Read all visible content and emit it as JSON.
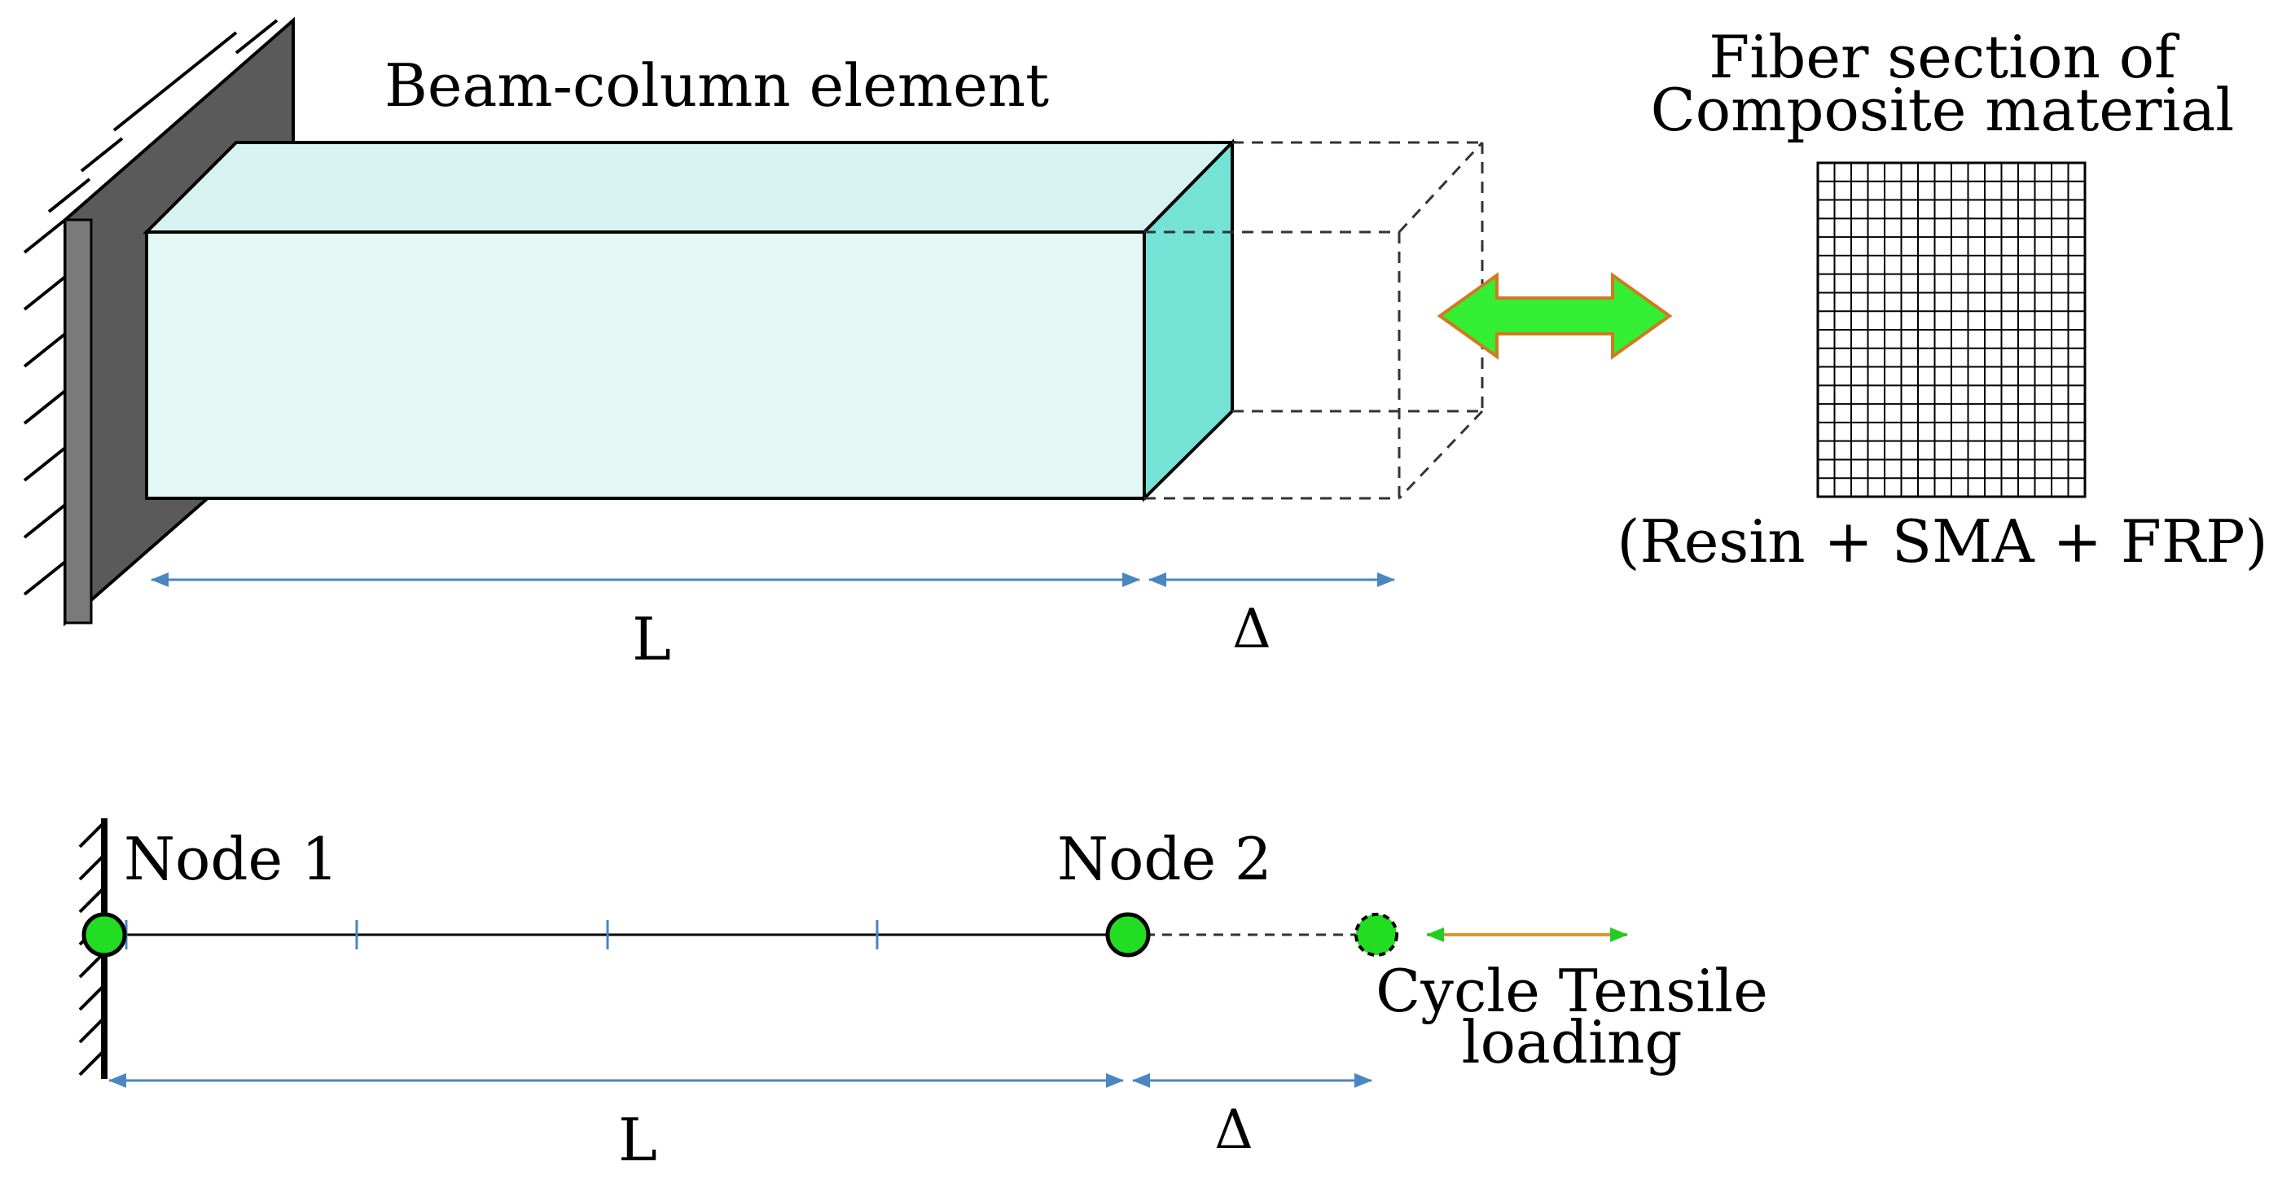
{
  "top_diagram": {
    "title": "Beam-column element",
    "length_label": "L",
    "delta_label": "Δ"
  },
  "fiber_section": {
    "title_line1": "Fiber section of",
    "title_line2": "Composite material",
    "materials": "(Resin + SMA + FRP)",
    "grid_columns": 16,
    "grid_rows": 18
  },
  "bottom_diagram": {
    "node1_label": "Node 1",
    "node2_label": "Node 2",
    "loading_line1": "Cycle Tensile",
    "loading_line2": "loading",
    "length_label": "L",
    "delta_label": "Δ"
  },
  "colors": {
    "beam_front": "#e4f8f6",
    "beam_top": "#d7f3f1",
    "beam_end": "#74e3d6",
    "wall": "#6e6e6e",
    "node_fill": "#22dd22",
    "arrow_green": "#33ee33",
    "arrow_outline": "#d07a20",
    "dimension_blue": "#4a86c0"
  }
}
